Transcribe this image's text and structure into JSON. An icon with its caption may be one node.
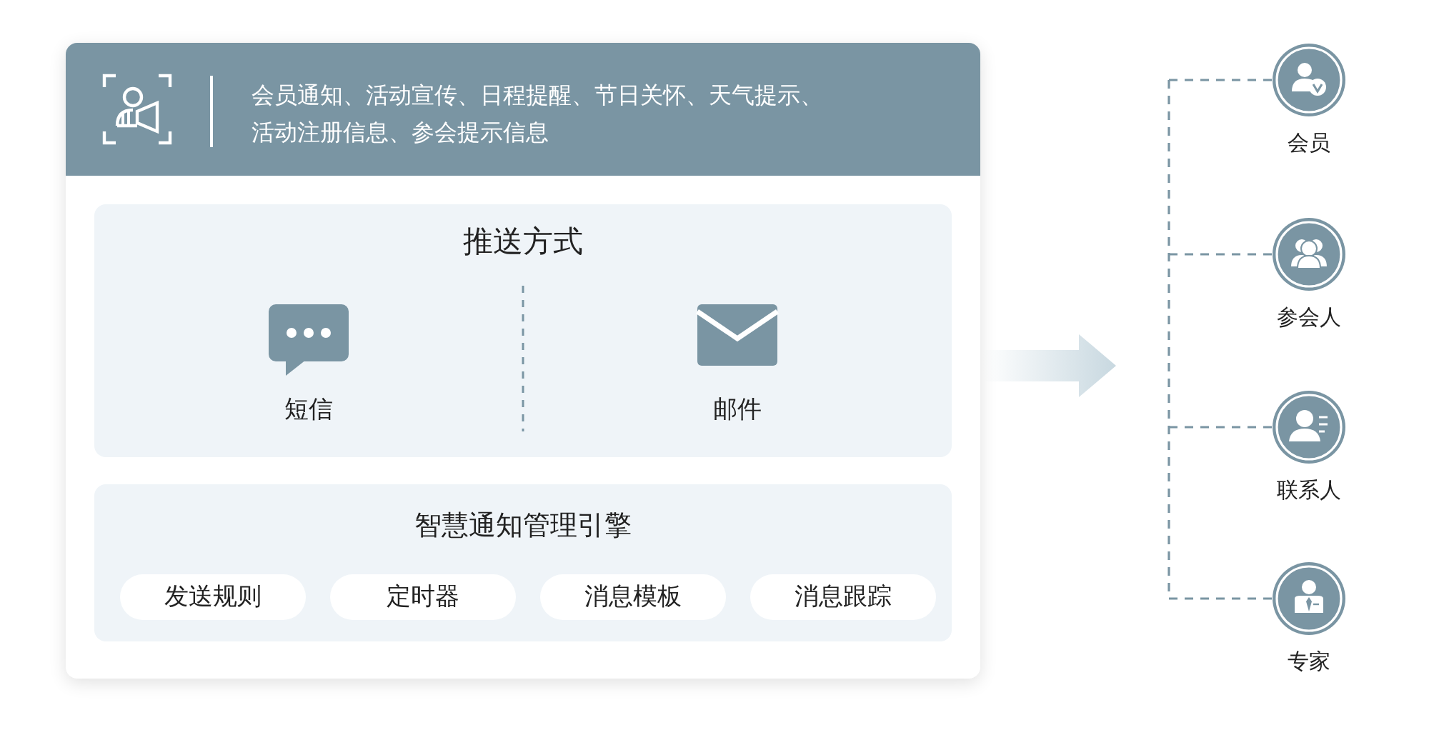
{
  "diagram": {
    "nodes": [
      {
        "text": [],
        "shape": "box"
      },
      {
        "text": [
          "会员通知、活动宣传、日程提醒、节日关怀、天气提示、活动注册信息、参会提示信息"
        ],
        "in": 0
      },
      {
        "text": [
          "推送方式",
          "短信",
          "邮件"
        ],
        "in": 0
      },
      {
        "text": [
          "智慧通知管理引擎"
        ],
        "in": 0
      },
      {
        "text": [
          "发送规则"
        ],
        "in": 3
      },
      {
        "text": [
          "定时器"
        ],
        "in": 3
      },
      {
        "text": [
          "消息模板"
        ],
        "in": 3
      },
      {
        "text": [
          "消息跟踪"
        ],
        "in": 3
      },
      {
        "text": [
          "会员"
        ]
      },
      {
        "text": [
          "参会人"
        ]
      },
      {
        "text": [
          "联系人"
        ]
      },
      {
        "text": [
          "专家"
        ]
      }
    ],
    "edges": [
      {
        "from": 0,
        "to": null,
        "arrow": "to"
      },
      {
        "from": null,
        "to": 8,
        "arrow": "none",
        "style": "dashed"
      },
      {
        "from": null,
        "to": 9,
        "arrow": "none",
        "style": "dashed"
      },
      {
        "from": null,
        "to": 10,
        "arrow": "none",
        "style": "dashed"
      },
      {
        "from": null,
        "to": 11,
        "arrow": "none",
        "style": "dashed"
      }
    ]
  }
}
